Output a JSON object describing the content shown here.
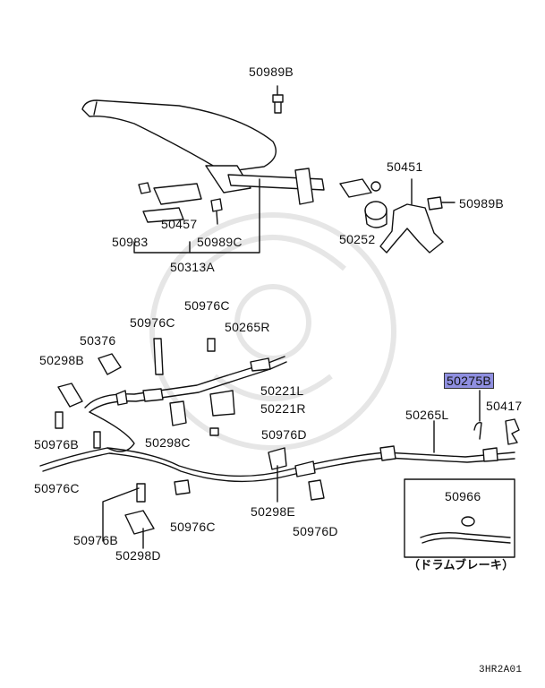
{
  "labels": {
    "p50989B_top": "50989B",
    "p50451": "50451",
    "p50989B_right": "50989B",
    "p50457": "50457",
    "p50983": "50983",
    "p50989C": "50989C",
    "p50252": "50252",
    "p50313A": "50313A",
    "p50976C_a": "50976C",
    "p50976C_b": "50976C",
    "p50265R": "50265R",
    "p50376": "50376",
    "p50298B": "50298B",
    "p50221L": "50221L",
    "p50221R": "50221R",
    "p50275B": "50275B",
    "p50265L": "50265L",
    "p50417": "50417",
    "p50976B_a": "50976B",
    "p50298C": "50298C",
    "p50976D_a": "50976D",
    "p50976C_c": "50976C",
    "p50966": "50966",
    "p50298E": "50298E",
    "p50976D_b": "50976D",
    "p50976B_b": "50976B",
    "p50976C_d": "50976C",
    "p50298D": "50298D",
    "drum_note": "（ドラムブレーキ）",
    "diagram_code": "3HR2A01"
  },
  "highlight_color": "#8f8fe0"
}
